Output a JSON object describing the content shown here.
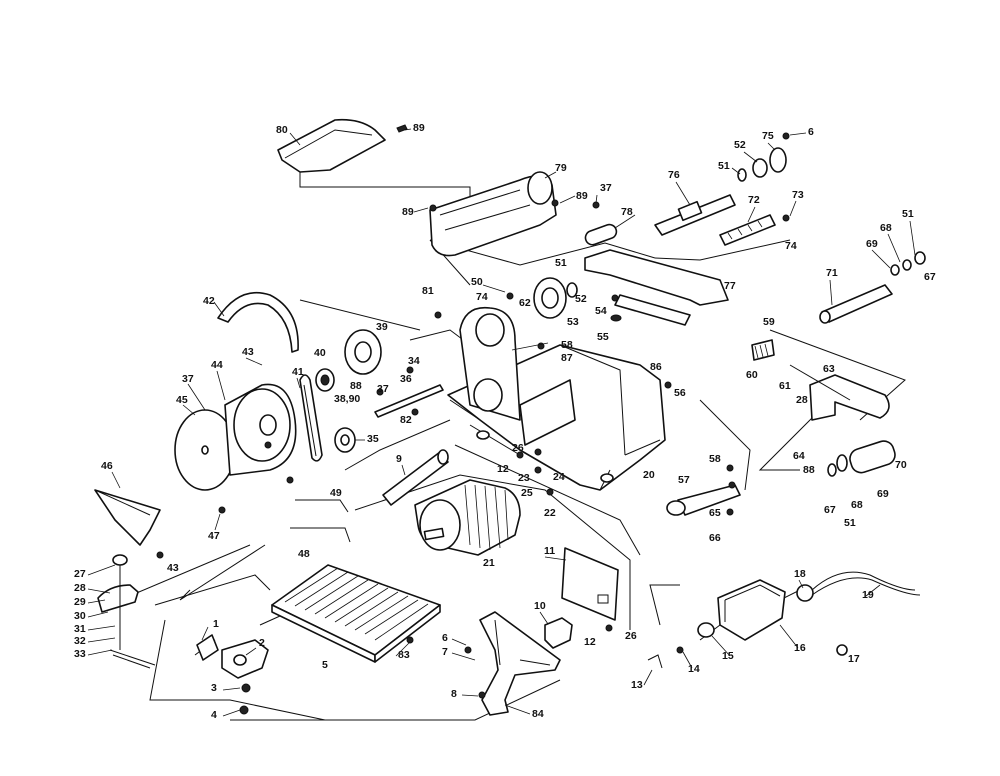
{
  "diagram": {
    "callouts": [
      "80",
      "89",
      "79",
      "89",
      "89",
      "37",
      "78",
      "76",
      "52",
      "75",
      "6",
      "51",
      "72",
      "73",
      "74",
      "51",
      "68",
      "69",
      "67",
      "71",
      "77",
      "50",
      "74",
      "62",
      "53",
      "52",
      "51",
      "54",
      "55",
      "81",
      "42",
      "39",
      "40",
      "38,90",
      "88",
      "34",
      "37",
      "36",
      "82",
      "43",
      "44",
      "45",
      "41",
      "35",
      "58",
      "87",
      "86",
      "56",
      "59",
      "60",
      "61",
      "28",
      "63",
      "64",
      "88",
      "70",
      "69",
      "68",
      "51",
      "67",
      "37",
      "46",
      "47",
      "9",
      "26",
      "12",
      "23",
      "24",
      "25",
      "22",
      "20",
      "58",
      "57",
      "65",
      "66",
      "49",
      "48",
      "21",
      "27",
      "28",
      "29",
      "30",
      "31",
      "32",
      "33",
      "43",
      "1",
      "2",
      "3",
      "4",
      "5",
      "83",
      "6",
      "7",
      "8",
      "84",
      "10",
      "11",
      "12",
      "26",
      "13",
      "14",
      "15",
      "16",
      "17",
      "18",
      "19"
    ]
  }
}
